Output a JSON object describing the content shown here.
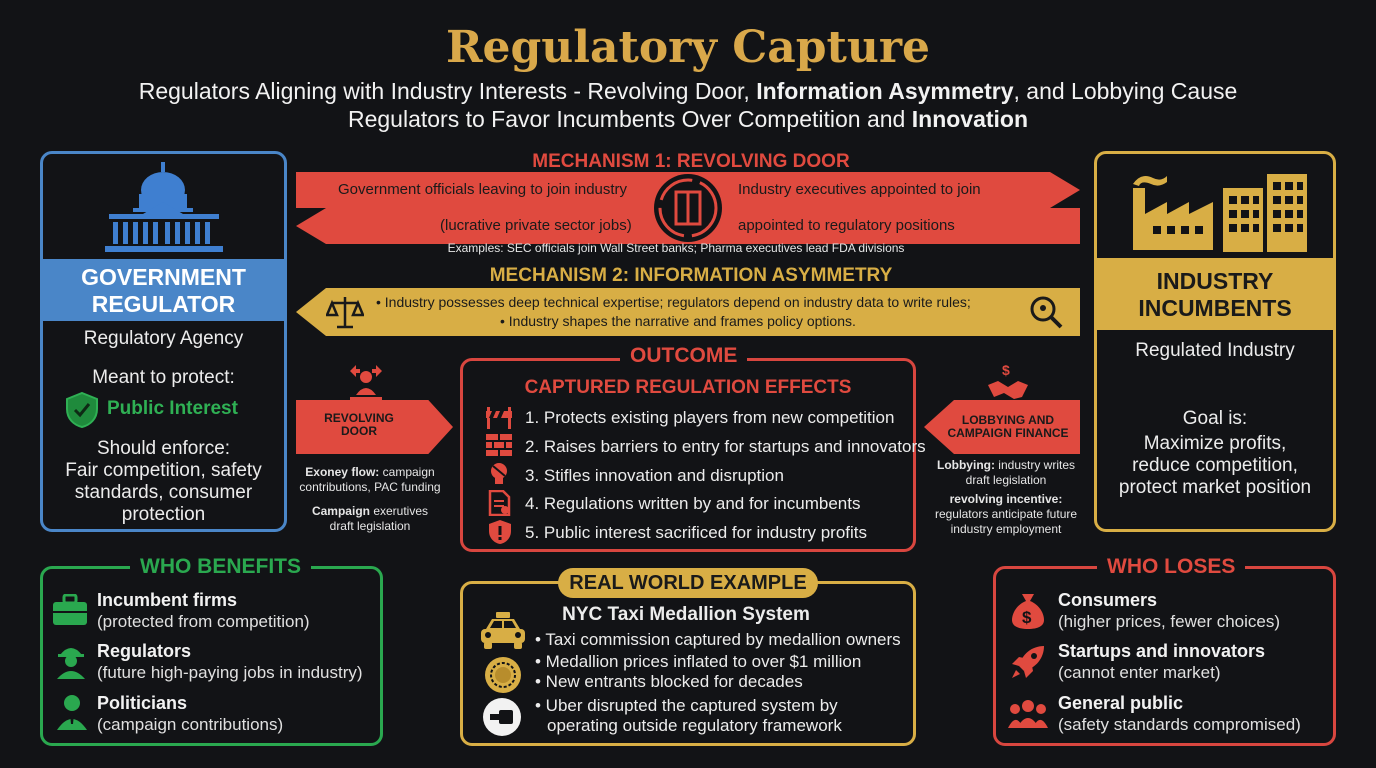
{
  "header": {
    "title": "Regulatory Capture",
    "subtitle_line1_a": "Regulators Aligning with Industry Interests - Revolving Door, ",
    "subtitle_line1_b": "Information Asymmetry",
    "subtitle_line1_c": ", and Lobbying Cause",
    "subtitle_line2_a": "Regulators to Favor Incumbents Over Competition and ",
    "subtitle_line2_b": "Innovation"
  },
  "regulator": {
    "title_line1": "GOVERNMENT",
    "title_line2": "REGULATOR",
    "subtitle": "Regulatory Agency",
    "meant_label": "Meant to protect:",
    "public_interest": "Public Interest",
    "enforce_label": "Should enforce:",
    "enforce_text_line1": "Fair competition, safety",
    "enforce_text_line2": "standards, consumer",
    "enforce_text_line3": "protection"
  },
  "industry": {
    "title_line1": "INDUSTRY",
    "title_line2": "INCUMBENTS",
    "subtitle": "Regulated Industry",
    "goal_label": "Goal is:",
    "goal_line1": "Maximize profits,",
    "goal_line2": "reduce competition,",
    "goal_line3": "protect market position"
  },
  "mechanism1": {
    "title": "MECHANISM 1: REVOLVING DOOR",
    "arrow_top_left": "Government officials leaving to join industry",
    "arrow_top_right": "Industry executives appointed to join",
    "arrow_bottom_left": "(lucrative private sector jobs)",
    "arrow_bottom_right": "appointed to regulatory positions",
    "examples": "Examples: SEC officials join Wall Street banks; Pharma executives lead FDA divisions"
  },
  "mechanism2": {
    "title": "MECHANISM 2: INFORMATION ASYMMETRY",
    "line1": "• Industry possesses deep technical expertise; regulators depend on industry data to write rules;",
    "line2": "• Industry shapes the narrative and frames policy options."
  },
  "left_flow": {
    "arrow_line1": "REVOLVING",
    "arrow_line2": "DOOR",
    "note1_bold": "Exoney flow:",
    "note1_text": " campaign",
    "note1_line2": "contributions, PAC funding",
    "note2_bold": "Campaign",
    "note2_text": " exerutives",
    "note2_line2": "draft legislation"
  },
  "right_flow": {
    "arrow_line1": "LOBBYING AND",
    "arrow_line2": "CAMPAIGN FINANCE",
    "note1_bold": "Lobbying:",
    "note1_text": " industry writes",
    "note1_line2": "draft legislation",
    "note2_bold": "revolving incentive:",
    "note2_line2": "regulators anticipate future",
    "note2_line3": "industry employment"
  },
  "outcome": {
    "label": "OUTCOME",
    "title": "CAPTURED REGULATION EFFECTS",
    "items": [
      "1. Protects existing players from new competition",
      "2. Raises barriers to entry for startups and innovators",
      "3. Stifles innovation and disruption",
      "4. Regulations written by and for incumbents",
      "5. Public interest sacrificed for industry profits"
    ]
  },
  "benefits": {
    "label": "WHO BENEFITS",
    "items": [
      {
        "name": "Incumbent firms",
        "desc": "(protected from competition)"
      },
      {
        "name": "Regulators",
        "desc": "(future high-paying jobs in industry)"
      },
      {
        "name": "Politicians",
        "desc": "(campaign contributions)"
      }
    ]
  },
  "example": {
    "label": "REAL WORLD EXAMPLE",
    "title": "NYC Taxi Medallion System",
    "items": [
      "• Taxi commission captured by medallion owners",
      "• Medallion prices inflated to over $1 million",
      "• New entrants blocked for decades",
      "• Uber disrupted the captured system by",
      "operating outside regulatory framework"
    ]
  },
  "loses": {
    "label": "WHO LOSES",
    "items": [
      {
        "name": "Consumers",
        "desc": "(higher prices, fewer choices)"
      },
      {
        "name": "Startups and innovators",
        "desc": "(cannot enter market)"
      },
      {
        "name": "General public",
        "desc": "(safety standards compromised)"
      }
    ]
  },
  "colors": {
    "background": "#121316",
    "gold": "#d9a84a",
    "blue": "#4a86c8",
    "red": "#e04a3f",
    "green": "#2aa84f"
  }
}
